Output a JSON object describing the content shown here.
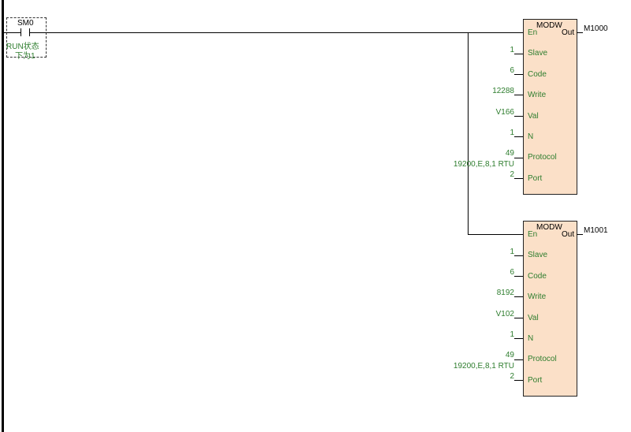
{
  "contact": {
    "name": "SM0",
    "comment_line1": "RUN状态",
    "comment_line2": "下为1"
  },
  "blocks": [
    {
      "title": "MODW",
      "en_label": "En",
      "out_label": "Out",
      "output": "M1000",
      "pins": [
        {
          "label": "Slave",
          "value": "1"
        },
        {
          "label": "Code",
          "value": "6"
        },
        {
          "label": "Write",
          "value": "12288"
        },
        {
          "label": "Val",
          "value": "V166"
        },
        {
          "label": "N",
          "value": "1"
        },
        {
          "label": "Protocol",
          "value": "49",
          "extra": "19200,E,8,1 RTU"
        },
        {
          "label": "Port",
          "value": "2"
        }
      ]
    },
    {
      "title": "MODW",
      "en_label": "En",
      "out_label": "Out",
      "output": "M1001",
      "pins": [
        {
          "label": "Slave",
          "value": "1"
        },
        {
          "label": "Code",
          "value": "6"
        },
        {
          "label": "Write",
          "value": "8192"
        },
        {
          "label": "Val",
          "value": "V102"
        },
        {
          "label": "N",
          "value": "1"
        },
        {
          "label": "Protocol",
          "value": "49",
          "extra": "19200,E,8,1 RTU"
        },
        {
          "label": "Port",
          "value": "2"
        }
      ]
    }
  ]
}
